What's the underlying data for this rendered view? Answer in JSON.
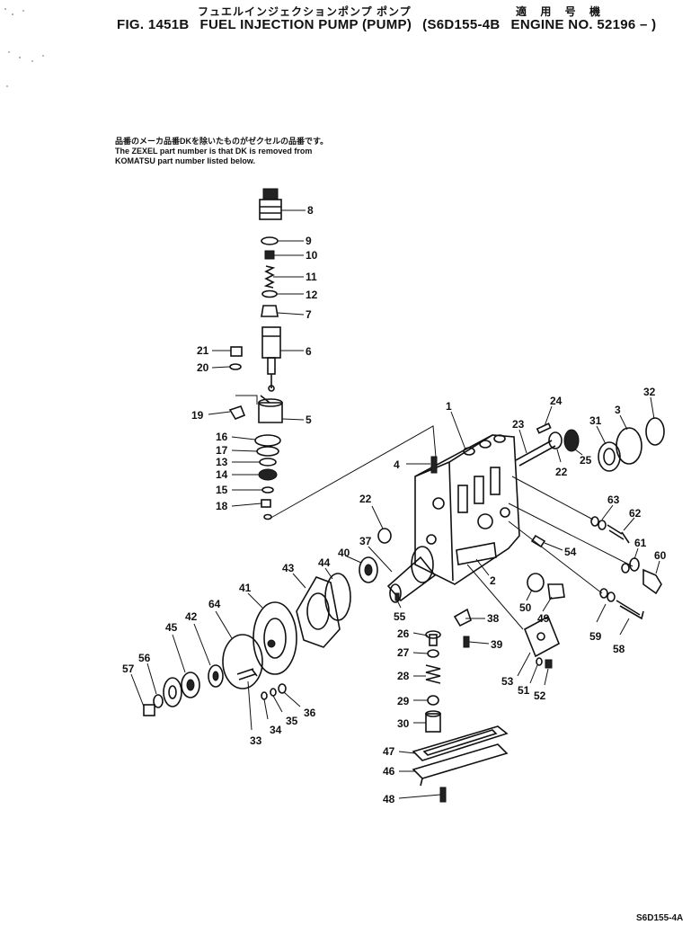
{
  "header": {
    "japanese_title": "フュエルインジェクションポンプ ポンプ",
    "japanese_applicable": "適 用 号 機",
    "fig_number": "FIG. 1451B",
    "title": "FUEL INJECTION PUMP (PUMP)",
    "model": "(S6D155-4B",
    "engine_no": "ENGINE NO. 52196 – )"
  },
  "note": {
    "japanese": "品番のメーカ品番DKを除いたものがゼクセルの品番です。",
    "line1": "The ZEXEL part number is that DK is removed from",
    "line2": "KOMATSU part number listed below."
  },
  "footer": {
    "code": "S6D155-4A"
  },
  "callouts": {
    "c8": "8",
    "c9": "9",
    "c10": "10",
    "c11": "11",
    "c12": "12",
    "c7": "7",
    "c21": "21",
    "c20": "20",
    "c6": "6",
    "c19": "19",
    "c5": "5",
    "c16": "16",
    "c17": "17",
    "c13": "13",
    "c14": "14",
    "c15": "15",
    "c18": "18",
    "c1": "1",
    "c24": "24",
    "c23": "23",
    "c3": "3",
    "c32": "32",
    "c31": "31",
    "c22a": "22",
    "c25": "25",
    "c4": "4",
    "c22b": "22",
    "c63": "63",
    "c62": "62",
    "c54": "54",
    "c61": "61",
    "c60": "60",
    "c37": "37",
    "c40": "40",
    "c44": "44",
    "c43": "43",
    "c2": "2",
    "c50": "50",
    "c49": "49",
    "c41": "41",
    "c64": "64",
    "c42": "42",
    "c45": "45",
    "c56": "56",
    "c57": "57",
    "c55": "55",
    "c38": "38",
    "c26": "26",
    "c39": "39",
    "c27": "27",
    "c28": "28",
    "c29": "29",
    "c30": "30",
    "c59": "59",
    "c58": "58",
    "c53": "53",
    "c51": "51",
    "c52": "52",
    "c33": "33",
    "c34": "34",
    "c35": "35",
    "c36": "36",
    "c47": "47",
    "c46": "46",
    "c48": "48"
  }
}
